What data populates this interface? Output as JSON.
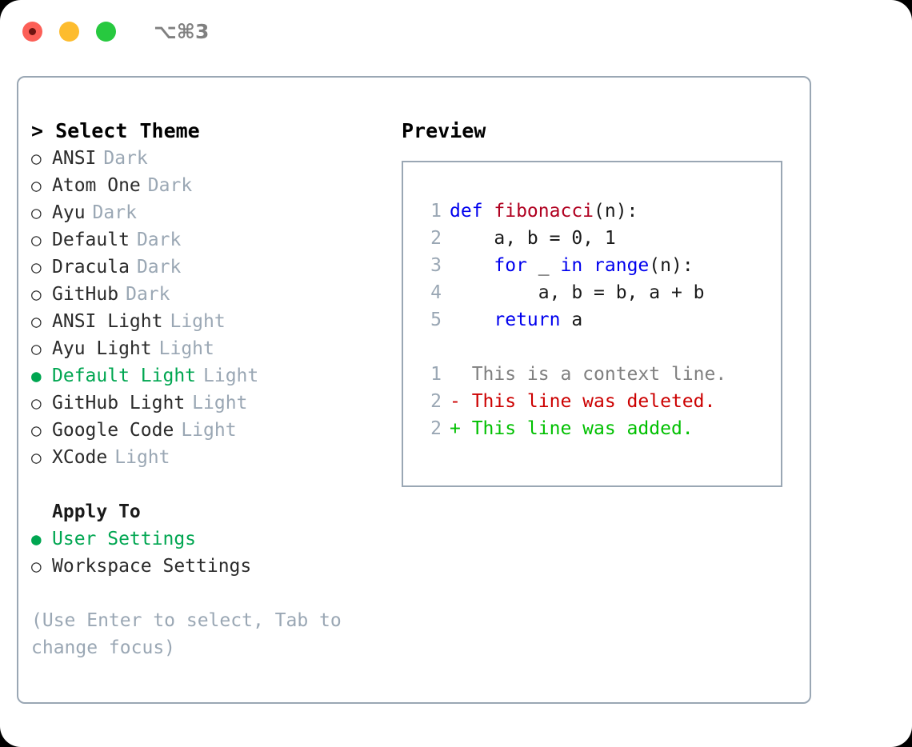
{
  "window": {
    "shortcut": "⌥⌘3",
    "traffic_lights": [
      "close",
      "minimize",
      "maximize"
    ]
  },
  "colors": {
    "selected_green": "#00a651",
    "muted_gray": "#9aa7b4",
    "keyword_blue": "#0000ee",
    "function_red": "#b00020",
    "diff_add_green": "#00c000",
    "diff_del_red": "#cc0000",
    "border": "#9aa7b4"
  },
  "theme_picker": {
    "heading": "> Select Theme",
    "options": [
      {
        "marker": "○",
        "name": "ANSI",
        "variant": "Dark",
        "selected": false
      },
      {
        "marker": "○",
        "name": "Atom One",
        "variant": "Dark",
        "selected": false
      },
      {
        "marker": "○",
        "name": "Ayu",
        "variant": "Dark",
        "selected": false
      },
      {
        "marker": "○",
        "name": "Default",
        "variant": "Dark",
        "selected": false
      },
      {
        "marker": "○",
        "name": "Dracula",
        "variant": "Dark",
        "selected": false
      },
      {
        "marker": "○",
        "name": "GitHub",
        "variant": "Dark",
        "selected": false
      },
      {
        "marker": "○",
        "name": "ANSI Light",
        "variant": "Light",
        "selected": false
      },
      {
        "marker": "○",
        "name": "Ayu Light",
        "variant": "Light",
        "selected": false
      },
      {
        "marker": "●",
        "name": "Default Light",
        "variant": "Light",
        "selected": true
      },
      {
        "marker": "○",
        "name": "GitHub Light",
        "variant": "Light",
        "selected": false
      },
      {
        "marker": "○",
        "name": "Google Code",
        "variant": "Light",
        "selected": false
      },
      {
        "marker": "○",
        "name": "XCode",
        "variant": "Light",
        "selected": false
      }
    ]
  },
  "apply_to": {
    "heading": "Apply To",
    "options": [
      {
        "marker": "●",
        "name": "User Settings",
        "selected": true
      },
      {
        "marker": "○",
        "name": "Workspace Settings",
        "selected": false
      }
    ]
  },
  "hint": "(Use Enter to select, Tab to change focus)",
  "preview": {
    "heading": "Preview",
    "code_lines": [
      {
        "lineno": "1",
        "tokens": [
          {
            "text": "def ",
            "kind": "kw"
          },
          {
            "text": "fibonacci",
            "kind": "fn"
          },
          {
            "text": "(n):",
            "kind": "plain"
          }
        ]
      },
      {
        "lineno": "2",
        "tokens": [
          {
            "text": "    a, b = 0, 1",
            "kind": "plain"
          }
        ]
      },
      {
        "lineno": "3",
        "tokens": [
          {
            "text": "    ",
            "kind": "plain"
          },
          {
            "text": "for",
            "kind": "kw"
          },
          {
            "text": " _ ",
            "kind": "plain"
          },
          {
            "text": "in",
            "kind": "kw"
          },
          {
            "text": " ",
            "kind": "plain"
          },
          {
            "text": "range",
            "kind": "kw"
          },
          {
            "text": "(n):",
            "kind": "plain"
          }
        ]
      },
      {
        "lineno": "4",
        "tokens": [
          {
            "text": "        a, b = b, a + b",
            "kind": "plain"
          }
        ]
      },
      {
        "lineno": "5",
        "tokens": [
          {
            "text": "    ",
            "kind": "plain"
          },
          {
            "text": "return",
            "kind": "kw"
          },
          {
            "text": " a",
            "kind": "plain"
          }
        ]
      }
    ],
    "diff_lines": [
      {
        "lineno": "1",
        "text": "  This is a context line.",
        "kind": "ctx"
      },
      {
        "lineno": "2",
        "text": "- This line was deleted.",
        "kind": "del"
      },
      {
        "lineno": "2",
        "text": "+ This line was added.",
        "kind": "add"
      }
    ]
  }
}
